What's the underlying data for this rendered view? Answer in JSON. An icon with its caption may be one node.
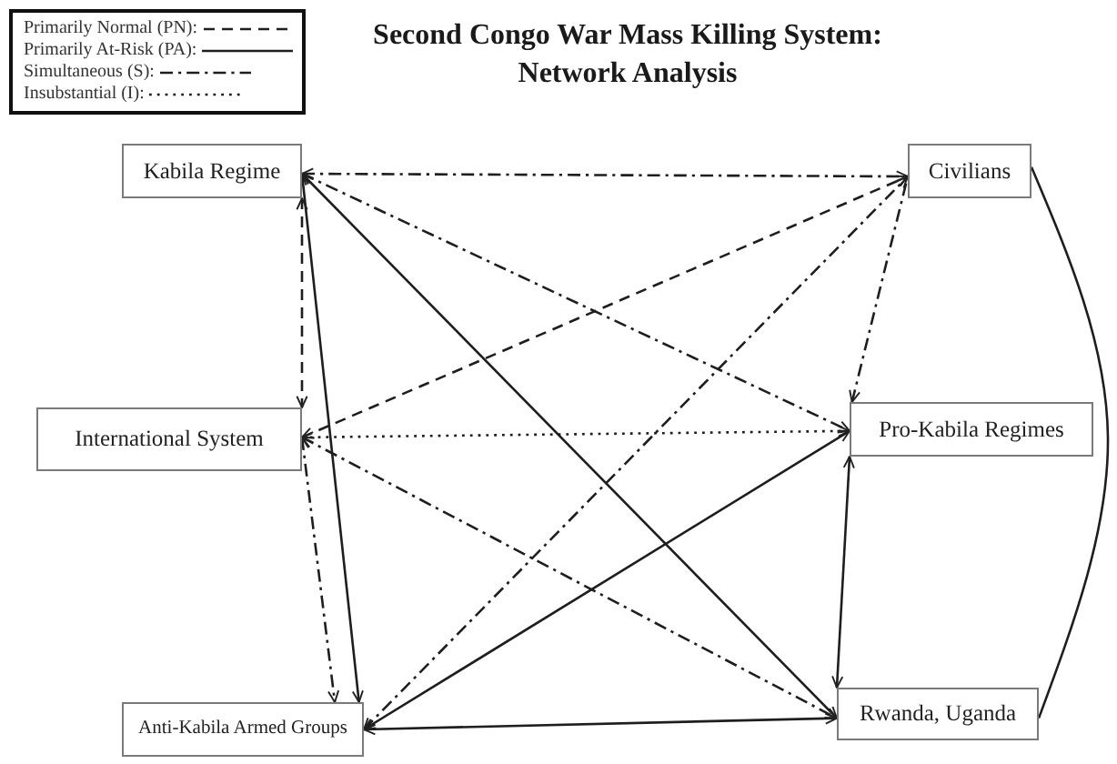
{
  "diagram": {
    "title": "Second Congo War Mass Killing System: Network Analysis",
    "nodes": [
      {
        "text": [
          "Kabila Regime"
        ]
      },
      {
        "text": [
          "Civilians"
        ]
      },
      {
        "text": [
          "International System"
        ]
      },
      {
        "text": [
          "Pro-Kabila Regimes"
        ]
      },
      {
        "text": [
          "Anti-Kabila Armed Groups"
        ]
      },
      {
        "text": [
          "Rwanda, Uganda"
        ]
      }
    ],
    "edges": [
      {
        "from": 0,
        "to": 1,
        "arrow": "both",
        "style": "dashed"
      },
      {
        "from": 0,
        "to": 3,
        "arrow": "both",
        "style": "dashed"
      },
      {
        "from": 0,
        "to": 5,
        "arrow": "both"
      },
      {
        "from": 0,
        "to": 4,
        "arrow": "both"
      },
      {
        "from": 0,
        "to": 2,
        "arrow": "both",
        "style": "dashed"
      },
      {
        "from": 2,
        "to": 1,
        "arrow": "both",
        "style": "dashed"
      },
      {
        "from": 4,
        "to": 1,
        "arrow": "both",
        "style": "dashed"
      },
      {
        "from": 3,
        "to": 1,
        "arrow": "both",
        "style": "dashed"
      },
      {
        "from": 2,
        "to": 3,
        "arrow": "both",
        "style": "dashed"
      },
      {
        "from": 2,
        "to": 5,
        "arrow": "both",
        "style": "dashed"
      },
      {
        "from": 2,
        "to": 4,
        "arrow": "both",
        "style": "dashed"
      },
      {
        "from": 4,
        "to": 3,
        "arrow": "both"
      },
      {
        "from": 3,
        "to": 5,
        "arrow": "both"
      },
      {
        "from": 4,
        "to": 5,
        "arrow": "both"
      },
      {
        "from": 1,
        "to": 5,
        "arrow": "none"
      }
    ],
    "legend": [
      {
        "text": "Primarily Normal (PN):"
      },
      {
        "text": "Primarily At-Risk (PA):"
      },
      {
        "text": "Simultaneous (S):"
      },
      {
        "text": "Insubstantial (I):"
      }
    ]
  }
}
